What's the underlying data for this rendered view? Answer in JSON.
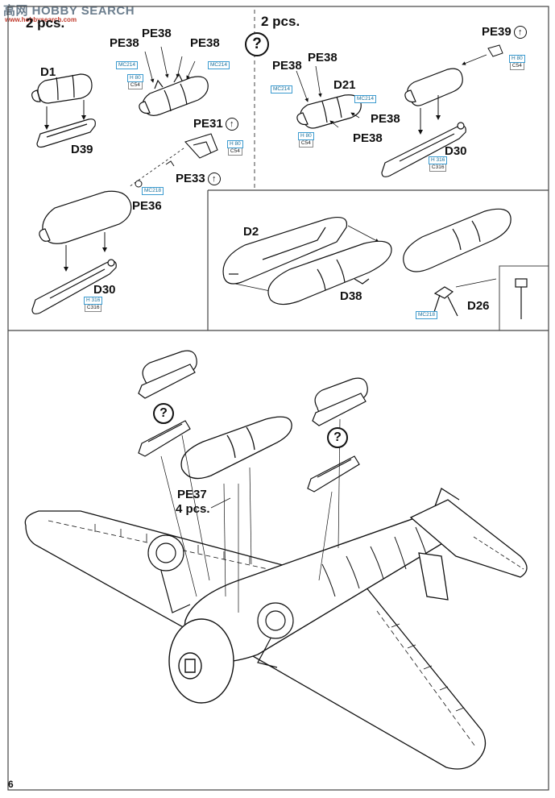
{
  "watermark": {
    "text": "高网 HOBBY SEARCH",
    "sub": "www.hobbysearch.com"
  },
  "step": {
    "qty_heading": "2 pcs.",
    "left_heading": "2 pcs."
  },
  "labels": {
    "d1": "D1",
    "d39": "D39",
    "pe38": "PE38",
    "pe31": "PE31",
    "pe33": "PE33",
    "pe36": "PE36",
    "d30": "D30",
    "d21": "D21",
    "pe39": "PE39",
    "d2": "D2",
    "d38": "D38",
    "d26": "D26",
    "pe37": "PE37",
    "pe37_qty": "4 pcs."
  },
  "color_tags": {
    "mc214": "MC214",
    "mc218": "MC218",
    "h80": "H 80",
    "c54": "C54",
    "h316": "H 316",
    "c316": "C316"
  },
  "icons": {
    "question": "?",
    "arrow_up": "↑"
  },
  "page_number": "6",
  "colors": {
    "ink": "#111111",
    "tag_blue": "#3b9bd0",
    "frame": "#555555"
  }
}
